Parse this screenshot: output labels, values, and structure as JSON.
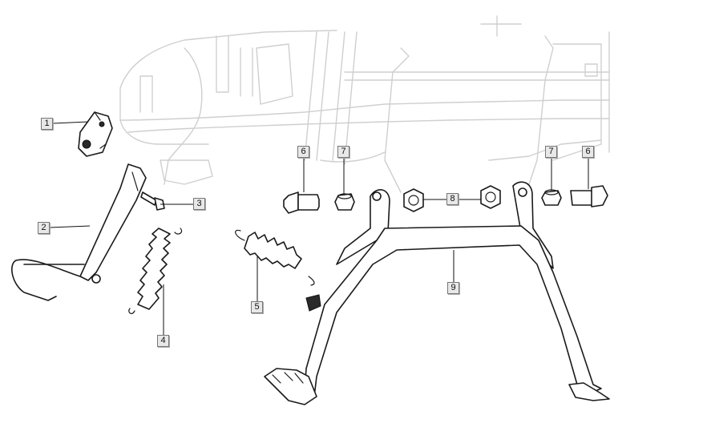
{
  "callouts": {
    "c1": "1",
    "c2": "2",
    "c3": "3",
    "c4": "4",
    "c5": "5",
    "c6a": "6",
    "c7a": "7",
    "c8": "8",
    "c7b": "7",
    "c6b": "6",
    "c9": "9"
  },
  "colors": {
    "frame": "#cfcfcf",
    "parts": "#1a1a1a",
    "callout_bg": "#e8e8e8"
  }
}
